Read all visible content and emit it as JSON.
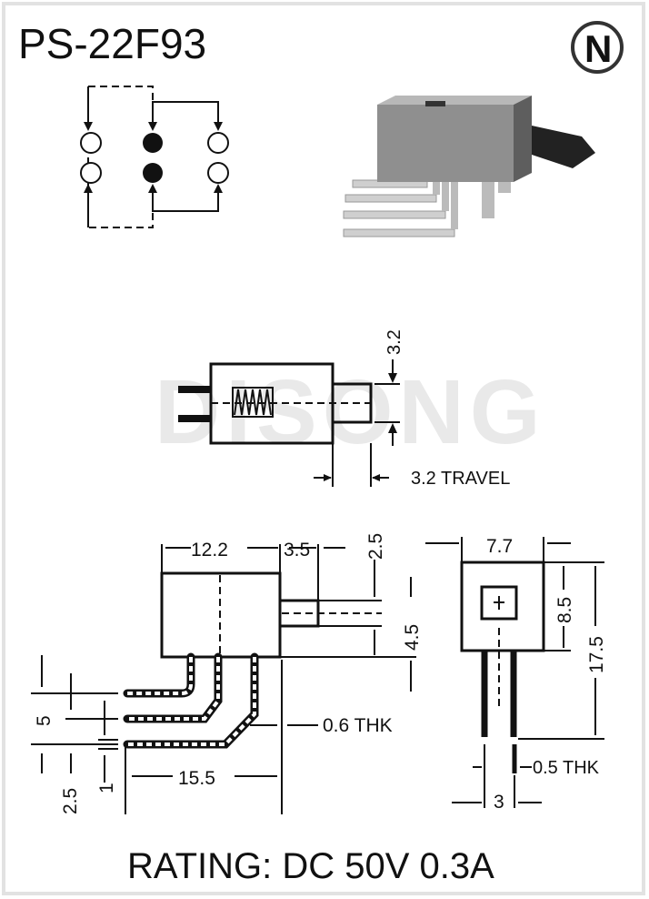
{
  "title": "PS-22F93",
  "logo_letter": "N",
  "watermark": "DISONG",
  "side_view": {
    "actuator_height": "3.2",
    "travel": "3.2 TRAVEL"
  },
  "front_view": {
    "body_length": "12.2",
    "actuator_length": "3.5",
    "actuator_height": "2.5",
    "actuator_offset": "4.5",
    "lead_pitch": "5",
    "lead_offset": "2.5",
    "lead_width": "1",
    "lead_length": "15.5",
    "lead_thickness": "0.6 THK"
  },
  "end_view": {
    "width": "7.7",
    "body_height": "8.5",
    "total_height": "17.5",
    "pin_thickness": "0.5 THK",
    "pin_pitch": "3"
  },
  "rating": "RATING: DC 50V 0.3A",
  "colors": {
    "ink": "#111111",
    "watermark": "#e6e6e6",
    "photo_body": "#8a8a8a"
  }
}
